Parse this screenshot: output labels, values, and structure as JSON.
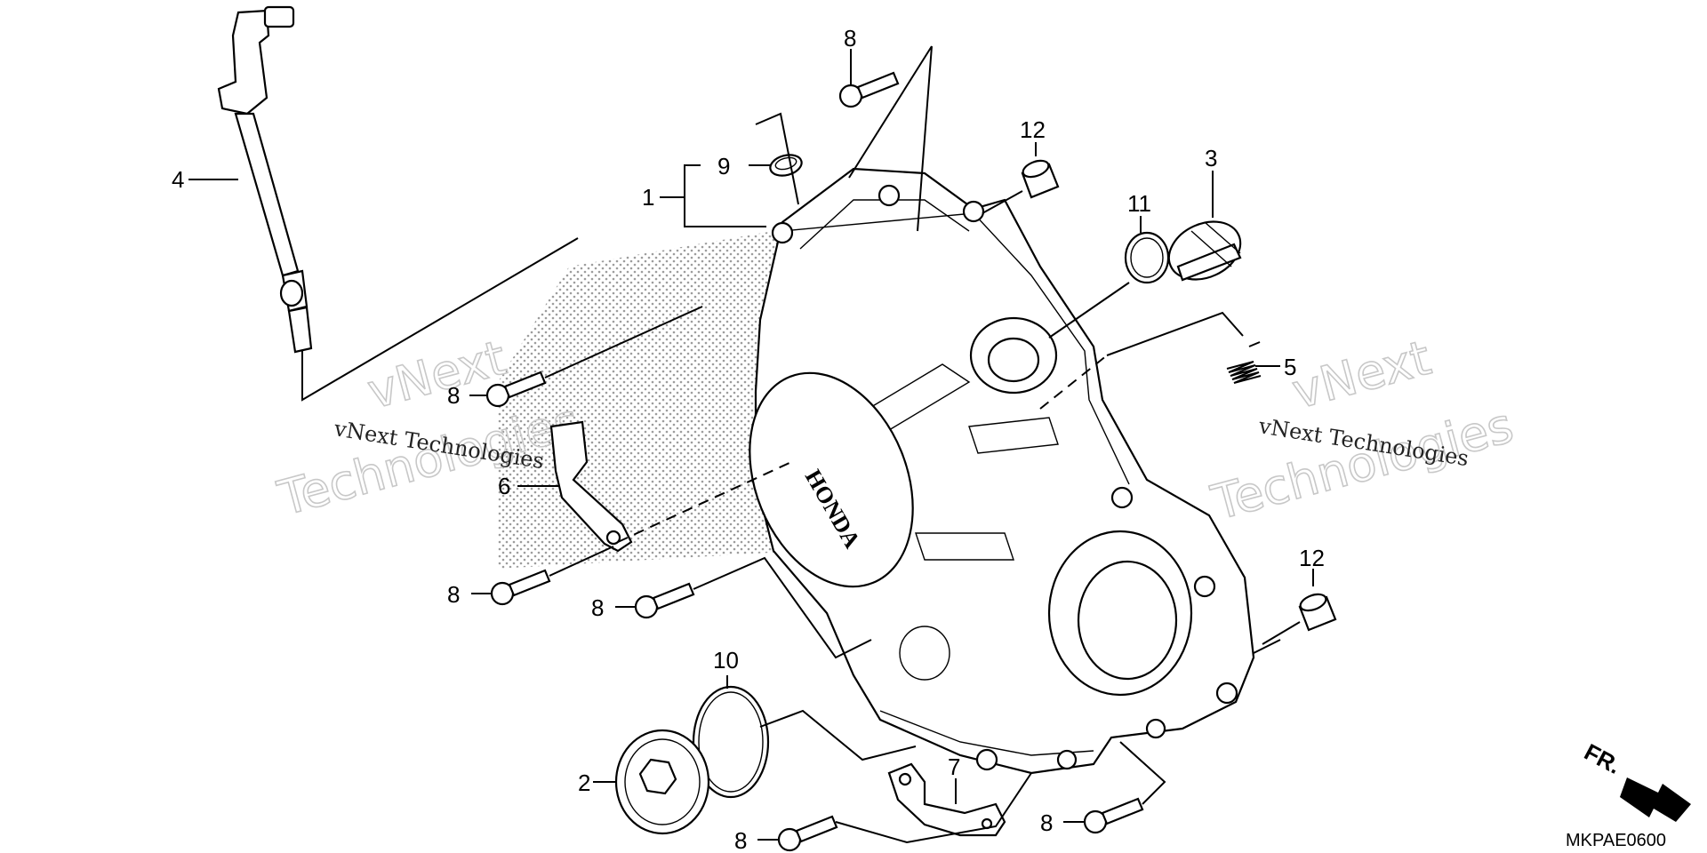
{
  "diagram": {
    "callouts": {
      "c1": "1",
      "c2": "2",
      "c3": "3",
      "c4": "4",
      "c5": "5",
      "c6": "6",
      "c7": "7",
      "c8a": "8",
      "c8b": "8",
      "c8c": "8",
      "c8d": "8",
      "c8e": "8",
      "c8f": "8",
      "c9": "9",
      "c10": "10",
      "c11": "11",
      "c12a": "12",
      "c12b": "12"
    },
    "logo_text": "HONDA",
    "direction_label": "FR.",
    "diagram_code": "MKPAE0600"
  },
  "watermark": {
    "small_text": "vNext Technologies",
    "big_line1": "vNext",
    "big_line2": "Technologies"
  }
}
